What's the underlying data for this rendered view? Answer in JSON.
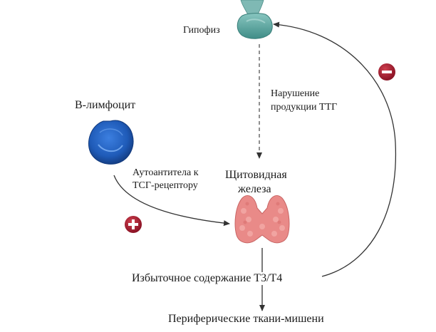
{
  "labels": {
    "pituitary": "Гипофиз",
    "tsh_disruption_line1": "Нарушение",
    "tsh_disruption_line2": "продукции ТТГ",
    "b_lymphocyte": "В-лимфоцит",
    "autoantibodies_line1": "Аутоантитела к",
    "autoantibodies_line2": "ТСГ-рецептору",
    "thyroid_line1": "Щитовидная",
    "thyroid_line2": "железа",
    "excess_hormones": "Избыточное содержание Т3/Т4",
    "peripheral_tissues": "Периферические ткани-мишени"
  },
  "signs": {
    "negative": "−",
    "positive": "+"
  },
  "colors": {
    "pituitary": "#5fa8a3",
    "lymphocyte": "#1f5bb8",
    "thyroid": "#e98a88",
    "sign_badge": "#a31d2e",
    "arrow": "#333333"
  }
}
